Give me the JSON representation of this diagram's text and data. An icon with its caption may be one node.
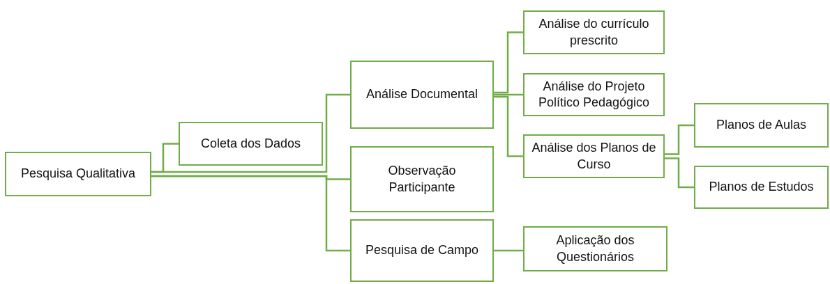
{
  "diagram": {
    "nodes": [
      {
        "text": [
          "Pesquisa Qualitativa"
        ]
      },
      {
        "text": [
          "Coleta dos Dados"
        ]
      },
      {
        "text": [
          "Análise Documental"
        ]
      },
      {
        "text": [
          "Observação Participante"
        ]
      },
      {
        "text": [
          "Pesquisa de Campo"
        ]
      },
      {
        "text": [
          "Análise do currículo prescrito"
        ]
      },
      {
        "text": [
          "Análise do Projeto Político Pedagógico"
        ]
      },
      {
        "text": [
          "Análise dos Planos de Curso"
        ]
      },
      {
        "text": [
          "Planos de Aulas"
        ]
      },
      {
        "text": [
          "Planos de Estudos"
        ]
      },
      {
        "text": [
          "Aplicação dos Questionários"
        ]
      }
    ],
    "edges": [
      {
        "from": 0,
        "to": 1,
        "arrow": "none"
      },
      {
        "from": 0,
        "to": 2,
        "arrow": "none"
      },
      {
        "from": 0,
        "to": 3,
        "arrow": "none"
      },
      {
        "from": 0,
        "to": 4,
        "arrow": "none"
      },
      {
        "from": 2,
        "to": 5,
        "arrow": "none"
      },
      {
        "from": 2,
        "to": 6,
        "arrow": "none"
      },
      {
        "from": 2,
        "to": 7,
        "arrow": "none"
      },
      {
        "from": 7,
        "to": 8,
        "arrow": "none"
      },
      {
        "from": 7,
        "to": 9,
        "arrow": "none"
      },
      {
        "from": 4,
        "to": 10,
        "arrow": "none"
      }
    ]
  }
}
